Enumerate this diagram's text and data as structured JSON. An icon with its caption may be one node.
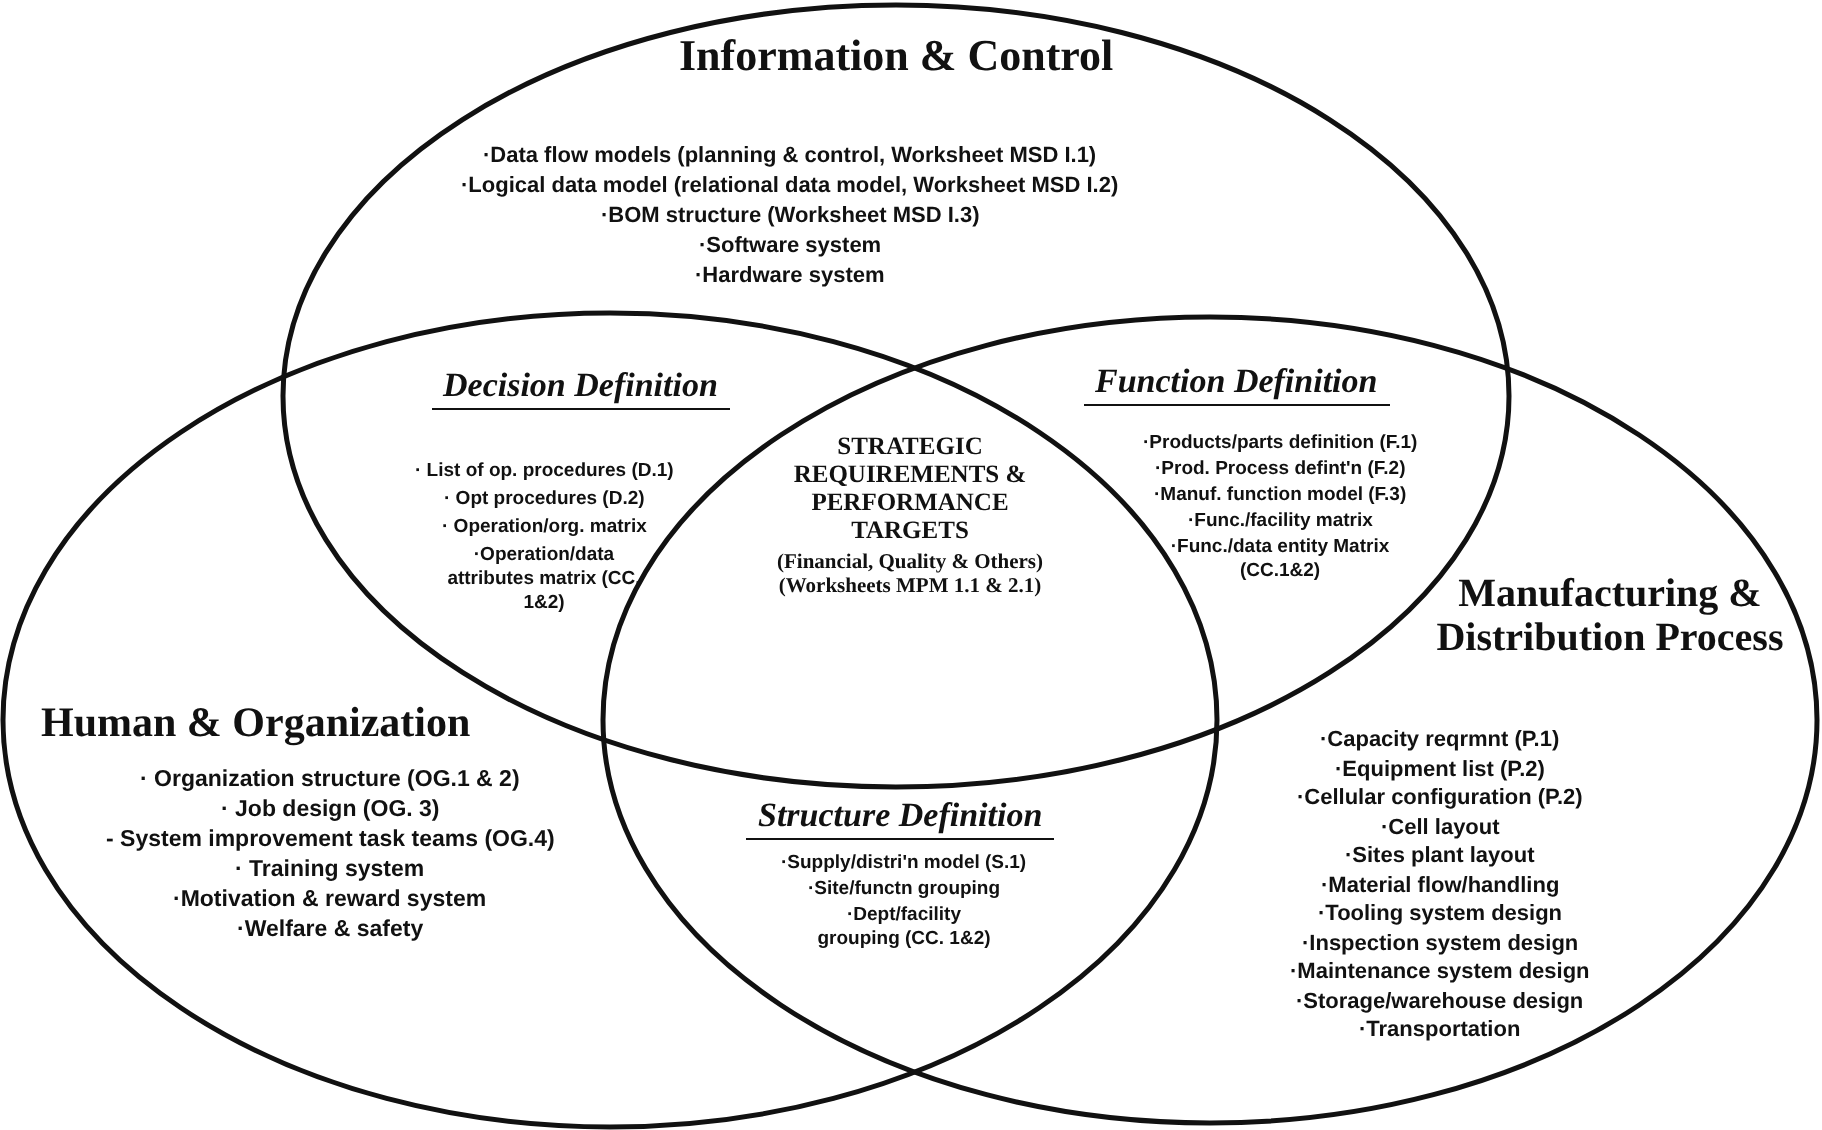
{
  "diagram": {
    "nodes": [
      {
        "text": [
          "Information & Control",
          "·Data flow models (planning & control, Worksheet MSD I.1)",
          "·Logical data model (relational data model, Worksheet MSD I.2)",
          "·BOM structure (Worksheet MSD I.3)",
          "·Software system",
          "·Hardware system"
        ]
      },
      {
        "text": [
          "Human & Organization",
          "· Organization structure (OG.1 & 2)",
          "· Job design (OG. 3)",
          "- System improvement task teams (OG.4)",
          "· Training system",
          "·Motivation & reward system",
          "·Welfare & safety"
        ]
      },
      {
        "text": [
          "Manufacturing & Distribution Process",
          "·Capacity reqrmnt (P.1)",
          "·Equipment list (P.2)",
          "·Cellular configuration (P.2)",
          "·Cell layout",
          "·Sites plant layout",
          "·Material flow/handling",
          "·Tooling system design",
          "·Inspection system design",
          "·Maintenance system design",
          "·Storage/warehouse design",
          "·Transportation"
        ]
      }
    ],
    "labels": [
      "Decision Definition",
      "· List of op. procedures (D.1)",
      "· Opt procedures (D.2)",
      "· Operation/org. matrix",
      "·Operation/data attributes matrix (CC. 1&2)",
      "Function Definition",
      "·Products/parts definition (F.1)",
      "·Prod. Process defint'n (F.2)",
      "·Manuf. function model (F.3)",
      "·Func./facility matrix",
      "·Func./data entity Matrix (CC.1&2)",
      "STRATEGIC REQUIREMENTS & PERFORMANCE TARGETS",
      "(Financial, Quality & Others) (Worksheets MPM 1.1 & 2.1)",
      "Structure Definition",
      "·Supply/distri'n model (S.1)",
      "·Site/functn grouping",
      "·Dept/facility grouping (CC. 1&2)"
    ]
  }
}
